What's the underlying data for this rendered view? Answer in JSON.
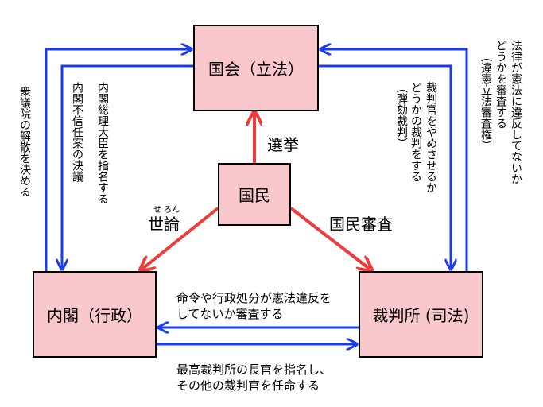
{
  "nodes": {
    "kokkai": "国会（立法）",
    "kokumin": "国民",
    "naikaku": "内閣（行政）",
    "saibansho": "裁判所 (司法)"
  },
  "labels": {
    "senkyo": "選挙",
    "yoron": "世論",
    "yoron_ruby": "せ ろん",
    "kokumin_shinsa": "国民審査",
    "meirei_line1": "命令や行政処分が憲法違反を",
    "meirei_line2": "してないか審査する",
    "saikou_line1": "最高裁判所の長官を指名し、",
    "saikou_line2": "その他の裁判官を任命する",
    "shugiin_kaisan": "衆議院の解散を決める",
    "naikaku_sori": "内閣総理大臣を指名する",
    "naikaku_fushinnin": "内閣不信任案の決議",
    "dangai_line1": "裁判官をやめさせるか",
    "dangai_line2": "どうかの裁判をする",
    "dangai_line3": "（弾劾裁判）",
    "iken_line1": "法律が憲法に違反してないか",
    "iken_line2": "どうかを審査する",
    "iken_line3": "（違憲立法審査権）"
  },
  "colors": {
    "box_fill": "#f8c8cc",
    "blue_arrow": "#1a3cf0",
    "red_arrow": "#ee3b3b"
  }
}
